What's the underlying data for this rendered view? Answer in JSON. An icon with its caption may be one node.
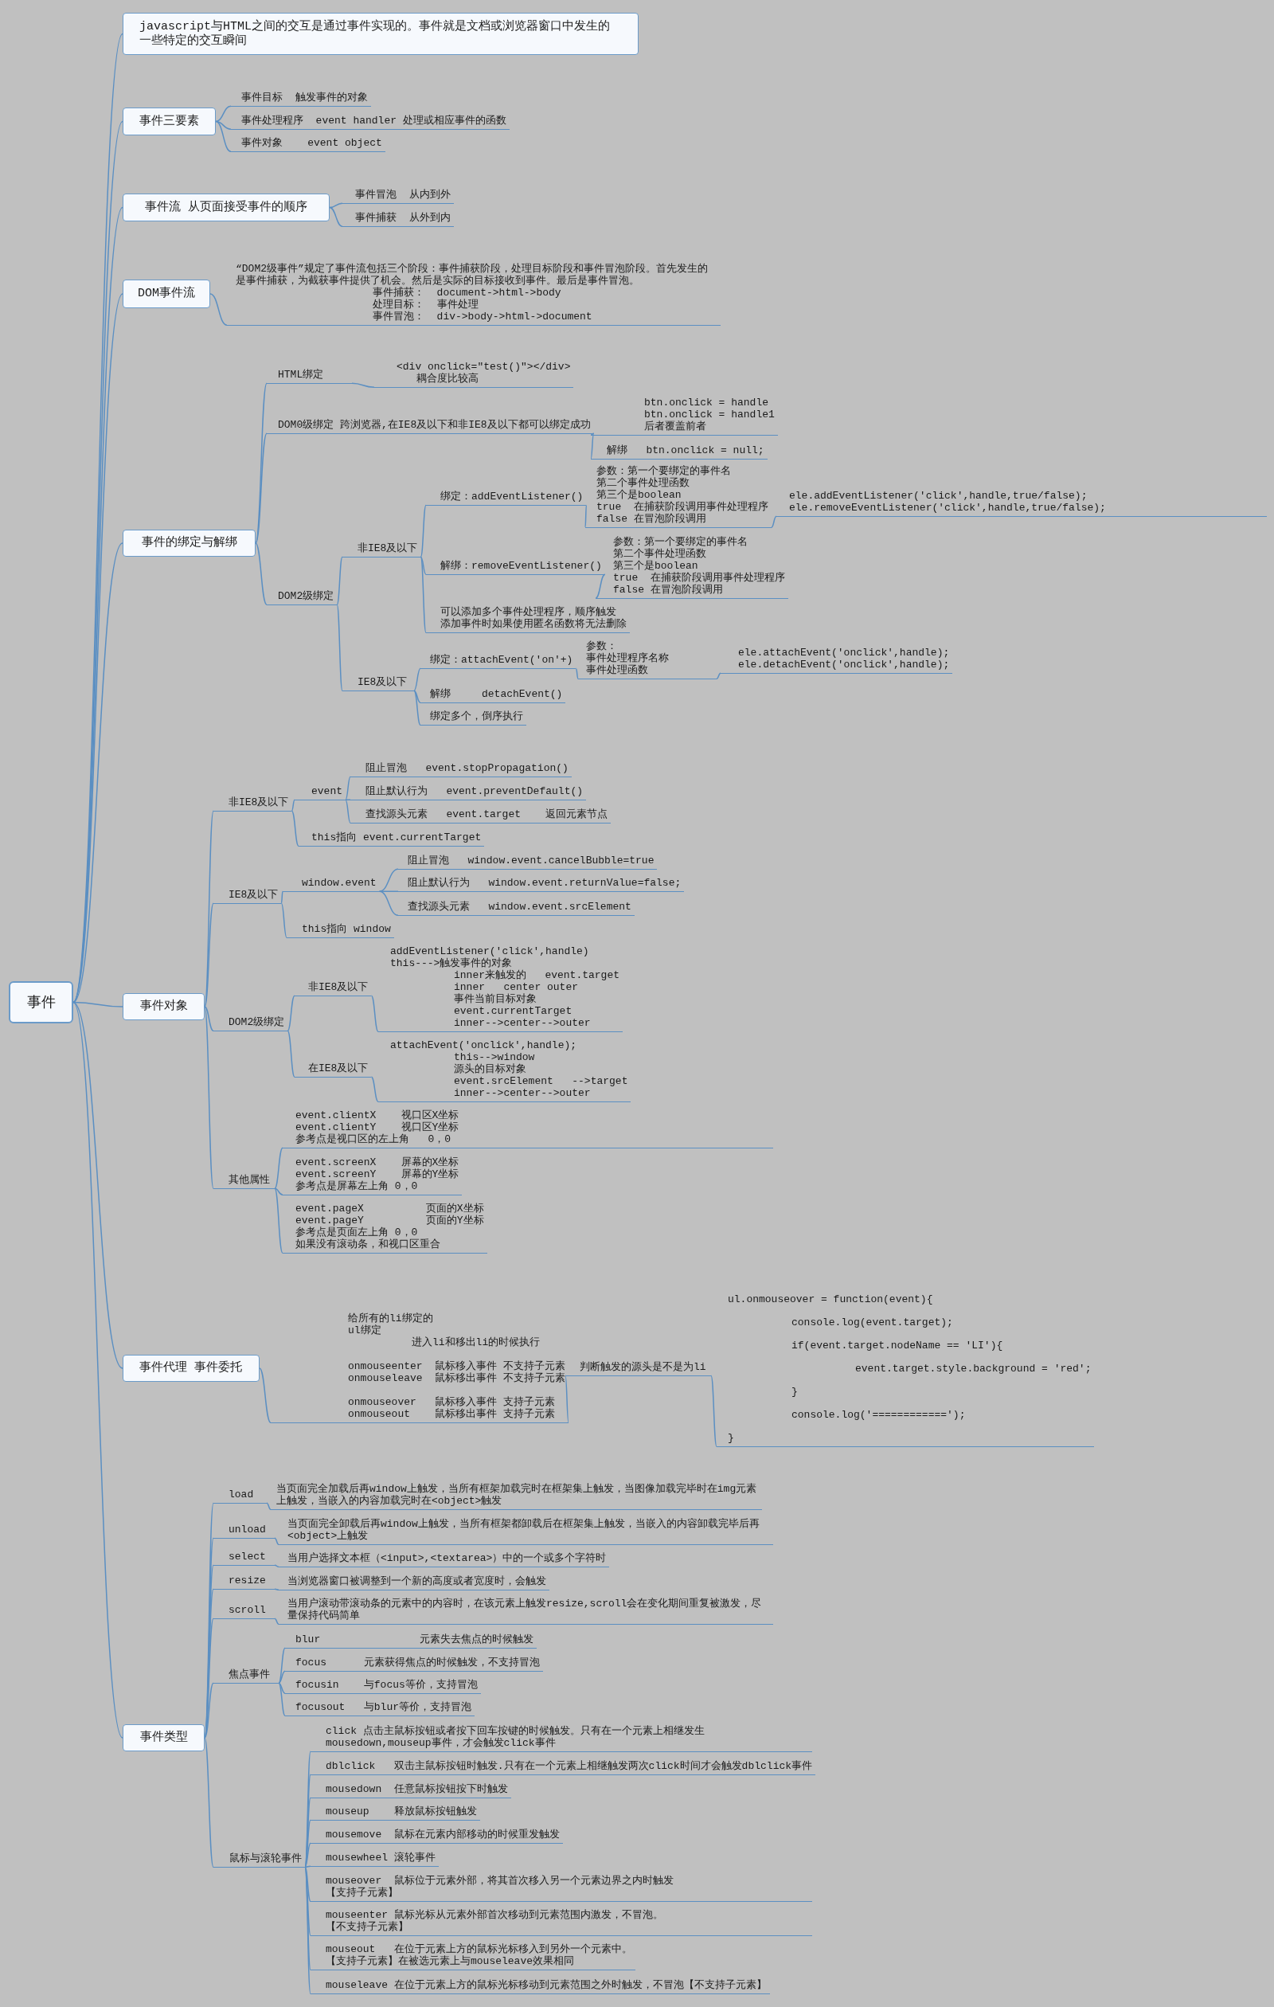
{
  "diagram": {
    "nodes": [
      {
        "text": [
          "事件"
        ]
      },
      {
        "text": [
          "javascript与HTML之间的交互是通过事件实现的。事件就是文档或浏览器窗口中发生的一些特定的交互瞬间"
        ]
      },
      {
        "text": [
          "事件三要素"
        ]
      },
      {
        "text": [
          "事件目标  触发事件的对象"
        ]
      },
      {
        "text": [
          "事件处理程序  event handler 处理或相应事件的函数"
        ]
      },
      {
        "text": [
          "事件对象    event object"
        ]
      },
      {
        "text": [
          "事件流  从页面接受事件的顺序"
        ]
      },
      {
        "text": [
          "事件冒泡  从内到外"
        ]
      },
      {
        "text": [
          "事件捕获  从外到内"
        ]
      },
      {
        "text": [
          "DOM事件流"
        ]
      },
      {
        "text": [
          "“DOM2级事件”规定了事件流包括三个阶段：事件捕获阶段，处理目标阶段和事件冒泡阶段。首先发生的是事件捕获，为截获事件提供了机会。然后是实际的目标接收到事件。最后是事件冒泡。",
          "事件捕获：  document->html->body",
          "处理目标：  事件处理",
          "事件冒泡：  div->body->html->document"
        ]
      },
      {
        "text": [
          "事件的绑定与解绑"
        ]
      },
      {
        "text": [
          "HTML绑定"
        ]
      },
      {
        "text": [
          "<div onclick=\"test()\"></div>",
          "耦合度比较高"
        ]
      },
      {
        "text": [
          "DOM0级绑定 跨浏览器,在IE8及以下和非IE8及以下都可以绑定成功"
        ]
      },
      {
        "text": [
          "btn.onclick = handle",
          "btn.onclick = handle1",
          "后者覆盖前者"
        ]
      },
      {
        "text": [
          "解绑   btn.onclick = null;"
        ]
      },
      {
        "text": [
          "DOM2级绑定"
        ]
      },
      {
        "text": [
          "非IE8及以下"
        ]
      },
      {
        "text": [
          "绑定：addEventListener()"
        ]
      },
      {
        "text": [
          "参数：第一个要绑定的事件名",
          "第二个事件处理函数",
          "第三个是boolean",
          "true  在捕获阶段调用事件处理程序",
          "false 在冒泡阶段调用"
        ]
      },
      {
        "text": [
          "ele.addEventListener('click',handle,true/false);",
          "ele.removeEventListener('click',handle,true/false);"
        ]
      },
      {
        "text": [
          "解绑：removeEventListener()"
        ]
      },
      {
        "text": [
          "参数：第一个要绑定的事件名",
          "第二个事件处理函数",
          "第三个是boolean",
          "true  在捕获阶段调用事件处理程序",
          "false 在冒泡阶段调用"
        ]
      },
      {
        "text": [
          "可以添加多个事件处理程序，顺序触发",
          "添加事件时如果使用匿名函数将无法删除"
        ]
      },
      {
        "text": [
          "IE8及以下"
        ]
      },
      {
        "text": [
          "绑定：attachEvent('on'+)"
        ]
      },
      {
        "text": [
          "参数：",
          "事件处理程序名称",
          "事件处理函数"
        ]
      },
      {
        "text": [
          "ele.attachEvent('onclick',handle);",
          "ele.detachEvent('onclick',handle);"
        ]
      },
      {
        "text": [
          "解绑     detachEvent()"
        ]
      },
      {
        "text": [
          "绑定多个，倒序执行"
        ]
      },
      {
        "text": [
          "事件对象"
        ]
      },
      {
        "text": [
          "非IE8及以下"
        ]
      },
      {
        "text": [
          "event"
        ]
      },
      {
        "text": [
          "阻止冒泡   event.stopPropagation()"
        ]
      },
      {
        "text": [
          "阻止默认行为   event.preventDefault()"
        ]
      },
      {
        "text": [
          "查找源头元素   event.target    返回元素节点"
        ]
      },
      {
        "text": [
          "this指向 event.currentTarget"
        ]
      },
      {
        "text": [
          "IE8及以下"
        ]
      },
      {
        "text": [
          "window.event"
        ]
      },
      {
        "text": [
          "阻止冒泡   window.event.cancelBubble=true"
        ]
      },
      {
        "text": [
          "阻止默认行为   window.event.returnValue=false;"
        ]
      },
      {
        "text": [
          "查找源头元素   window.event.srcElement"
        ]
      },
      {
        "text": [
          "this指向 window"
        ]
      },
      {
        "text": [
          "DOM2级绑定"
        ]
      },
      {
        "text": [
          "非IE8及以下"
        ]
      },
      {
        "text": [
          "addEventListener('click',handle)",
          "this--->触发事件的对象",
          "inner来触发的   event.target",
          "inner   center outer",
          "事件当前目标对象",
          "event.currentTarget",
          "inner-->center-->outer"
        ]
      },
      {
        "text": [
          "在IE8及以下"
        ]
      },
      {
        "text": [
          "attachEvent('onclick',handle);",
          "this-->window",
          "源头的目标对象",
          "event.srcElement   -->target",
          "inner-->center-->outer"
        ]
      },
      {
        "text": [
          "其他属性"
        ]
      },
      {
        "text": [
          "event.clientX    视口区X坐标",
          "event.clientY    视口区Y坐标",
          "参考点是视口区的左上角   0，0"
        ]
      },
      {
        "text": [
          "event.screenX    屏幕的X坐标",
          "event.screenY    屏幕的Y坐标",
          "参考点是屏幕左上角 0，0"
        ]
      },
      {
        "text": [
          "event.pageX          页面的X坐标",
          "event.pageY          页面的Y坐标",
          "参考点是页面左上角 0，0",
          "如果没有滚动条，和视口区重合"
        ]
      },
      {
        "text": [
          "事件代理 事件委托"
        ]
      },
      {
        "text": [
          "给所有的li绑定的",
          "ul绑定",
          "进入li和移出li的时候执行",
          "onmouseenter  鼠标移入事件 不支持子元素",
          "onmouseleave  鼠标移出事件 不支持子元素",
          "onmouseover   鼠标移入事件 支持子元素",
          "onmouseout    鼠标移出事件 支持子元素"
        ]
      },
      {
        "text": [
          "判断触发的源头是不是为li"
        ]
      },
      {
        "text": [
          "ul.onmouseover = function(event){",
          "console.log(event.target);",
          "if(event.target.nodeName == 'LI'){",
          "event.target.style.background = 'red';",
          "}",
          "console.log('============');",
          "}"
        ]
      },
      {
        "text": [
          "事件类型"
        ]
      },
      {
        "text": [
          "load"
        ]
      },
      {
        "text": [
          "当页面完全加载后再window上触发，当所有框架加载完时在框架集上触发，当图像加载完毕时在img元素上触发，当嵌入的内容加载完时在<object>触发"
        ]
      },
      {
        "text": [
          "unload"
        ]
      },
      {
        "text": [
          "当页面完全卸载后再window上触发，当所有框架都卸载后在框架集上触发，当嵌入的内容卸载完毕后再<object>上触发"
        ]
      },
      {
        "text": [
          "select"
        ]
      },
      {
        "text": [
          "当用户选择文本框（<input>,<textarea>）中的一个或多个字符时"
        ]
      },
      {
        "text": [
          "resize"
        ]
      },
      {
        "text": [
          "当浏览器窗口被调整到一个新的高度或者宽度时，会触发"
        ]
      },
      {
        "text": [
          "scroll"
        ]
      },
      {
        "text": [
          "当用户滚动带滚动条的元素中的内容时，在该元素上触发resize,scroll会在变化期间重复被激发，尽量保持代码简单"
        ]
      },
      {
        "text": [
          "焦点事件"
        ]
      },
      {
        "text": [
          "blur                元素失去焦点的时候触发"
        ]
      },
      {
        "text": [
          "focus      元素获得焦点的时候触发，不支持冒泡"
        ]
      },
      {
        "text": [
          "focusin    与focus等价，支持冒泡"
        ]
      },
      {
        "text": [
          "focusout   与blur等价，支持冒泡"
        ]
      },
      {
        "text": [
          "鼠标与滚轮事件"
        ]
      },
      {
        "text": [
          "click 点击主鼠标按钮或者按下回车按键的时候触发。只有在一个元素上相继发生mousedown,mouseup事件，才会触发click事件"
        ]
      },
      {
        "text": [
          "dblclick   双击主鼠标按钮时触发.只有在一个元素上相继触发两次click时间才会触发dblclick事件"
        ]
      },
      {
        "text": [
          "mousedown  任意鼠标按钮按下时触发"
        ]
      },
      {
        "text": [
          "mouseup    释放鼠标按钮触发"
        ]
      },
      {
        "text": [
          "mousemove  鼠标在元素内部移动的时候重发触发"
        ]
      },
      {
        "text": [
          "mousewheel 滚轮事件"
        ]
      },
      {
        "text": [
          "mouseover  鼠标位于元素外部，将其首次移入另一个元素边界之内时触发",
          "【支持子元素】"
        ]
      },
      {
        "text": [
          "mouseenter 鼠标光标从元素外部首次移动到元素范围内激发，不冒泡。",
          "【不支持子元素】"
        ]
      },
      {
        "text": [
          "mouseout   在位于元素上方的鼠标光标移入到另外一个元素中。",
          "【支持子元素】在被选元素上与mouseleave效果相同"
        ]
      },
      {
        "text": [
          "mouseleave 在位于元素上方的鼠标光标移动到元素范围之外时触发，不冒泡【不支持子元素】"
        ]
      }
    ],
    "edges": [
      {
        "from": 0,
        "to": 1,
        "arrow": "none"
      },
      {
        "from": 0,
        "to": 2,
        "arrow": "none"
      },
      {
        "from": 0,
        "to": 6,
        "arrow": "none"
      },
      {
        "from": 0,
        "to": 9,
        "arrow": "none"
      },
      {
        "from": 0,
        "to": 11,
        "arrow": "none"
      },
      {
        "from": 0,
        "to": 31,
        "arrow": "none"
      },
      {
        "from": 0,
        "to": 53,
        "arrow": "none"
      },
      {
        "from": 0,
        "to": 57,
        "arrow": "none"
      },
      {
        "from": 2,
        "to": 3,
        "arrow": "none"
      },
      {
        "from": 2,
        "to": 4,
        "arrow": "none"
      },
      {
        "from": 2,
        "to": 5,
        "arrow": "none"
      },
      {
        "from": 6,
        "to": 7,
        "arrow": "none"
      },
      {
        "from": 6,
        "to": 8,
        "arrow": "none"
      },
      {
        "from": 9,
        "to": 10,
        "arrow": "none"
      },
      {
        "from": 11,
        "to": 12,
        "arrow": "none"
      },
      {
        "from": 11,
        "to": 14,
        "arrow": "none"
      },
      {
        "from": 11,
        "to": 17,
        "arrow": "none"
      },
      {
        "from": 12,
        "to": 13,
        "arrow": "none"
      },
      {
        "from": 14,
        "to": 15,
        "arrow": "none"
      },
      {
        "from": 14,
        "to": 16,
        "arrow": "none"
      },
      {
        "from": 17,
        "to": 18,
        "arrow": "none"
      },
      {
        "from": 17,
        "to": 25,
        "arrow": "none"
      },
      {
        "from": 18,
        "to": 19,
        "arrow": "none"
      },
      {
        "from": 18,
        "to": 22,
        "arrow": "none"
      },
      {
        "from": 18,
        "to": 24,
        "arrow": "none"
      },
      {
        "from": 19,
        "to": 20,
        "arrow": "none"
      },
      {
        "from": 20,
        "to": 21,
        "arrow": "none"
      },
      {
        "from": 22,
        "to": 23,
        "arrow": "none"
      },
      {
        "from": 25,
        "to": 26,
        "arrow": "none"
      },
      {
        "from": 25,
        "to": 29,
        "arrow": "none"
      },
      {
        "from": 25,
        "to": 30,
        "arrow": "none"
      },
      {
        "from": 26,
        "to": 27,
        "arrow": "none"
      },
      {
        "from": 27,
        "to": 28,
        "arrow": "none"
      },
      {
        "from": 31,
        "to": 32,
        "arrow": "none"
      },
      {
        "from": 31,
        "to": 38,
        "arrow": "none"
      },
      {
        "from": 31,
        "to": 44,
        "arrow": "none"
      },
      {
        "from": 31,
        "to": 49,
        "arrow": "none"
      },
      {
        "from": 32,
        "to": 33,
        "arrow": "none"
      },
      {
        "from": 32,
        "to": 37,
        "arrow": "none"
      },
      {
        "from": 33,
        "to": 34,
        "arrow": "none"
      },
      {
        "from": 33,
        "to": 35,
        "arrow": "none"
      },
      {
        "from": 33,
        "to": 36,
        "arrow": "none"
      },
      {
        "from": 38,
        "to": 39,
        "arrow": "none"
      },
      {
        "from": 38,
        "to": 43,
        "arrow": "none"
      },
      {
        "from": 39,
        "to": 40,
        "arrow": "none"
      },
      {
        "from": 39,
        "to": 41,
        "arrow": "none"
      },
      {
        "from": 39,
        "to": 42,
        "arrow": "none"
      },
      {
        "from": 44,
        "to": 45,
        "arrow": "none"
      },
      {
        "from": 44,
        "to": 47,
        "arrow": "none"
      },
      {
        "from": 45,
        "to": 46,
        "arrow": "none"
      },
      {
        "from": 47,
        "to": 48,
        "arrow": "none"
      },
      {
        "from": 49,
        "to": 50,
        "arrow": "none"
      },
      {
        "from": 49,
        "to": 51,
        "arrow": "none"
      },
      {
        "from": 49,
        "to": 52,
        "arrow": "none"
      },
      {
        "from": 53,
        "to": 54,
        "arrow": "none"
      },
      {
        "from": 54,
        "to": 55,
        "arrow": "none"
      },
      {
        "from": 55,
        "to": 56,
        "arrow": "none"
      },
      {
        "from": 57,
        "to": 58,
        "arrow": "none"
      },
      {
        "from": 57,
        "to": 60,
        "arrow": "none"
      },
      {
        "from": 57,
        "to": 62,
        "arrow": "none"
      },
      {
        "from": 57,
        "to": 64,
        "arrow": "none"
      },
      {
        "from": 57,
        "to": 66,
        "arrow": "none"
      },
      {
        "from": 57,
        "to": 68,
        "arrow": "none"
      },
      {
        "from": 57,
        "to": 73,
        "arrow": "none"
      },
      {
        "from": 58,
        "to": 59,
        "arrow": "none"
      },
      {
        "from": 60,
        "to": 61,
        "arrow": "none"
      },
      {
        "from": 62,
        "to": 63,
        "arrow": "none"
      },
      {
        "from": 64,
        "to": 65,
        "arrow": "none"
      },
      {
        "from": 66,
        "to": 67,
        "arrow": "none"
      },
      {
        "from": 68,
        "to": 69,
        "arrow": "none"
      },
      {
        "from": 68,
        "to": 70,
        "arrow": "none"
      },
      {
        "from": 68,
        "to": 71,
        "arrow": "none"
      },
      {
        "from": 68,
        "to": 72,
        "arrow": "none"
      },
      {
        "from": 73,
        "to": 74,
        "arrow": "none"
      },
      {
        "from": 73,
        "to": 75,
        "arrow": "none"
      },
      {
        "from": 73,
        "to": 76,
        "arrow": "none"
      },
      {
        "from": 73,
        "to": 77,
        "arrow": "none"
      },
      {
        "from": 73,
        "to": 78,
        "arrow": "none"
      },
      {
        "from": 73,
        "to": 79,
        "arrow": "none"
      },
      {
        "from": 73,
        "to": 80,
        "arrow": "none"
      },
      {
        "from": 73,
        "to": 81,
        "arrow": "none"
      },
      {
        "from": 73,
        "to": 82,
        "arrow": "none"
      },
      {
        "from": 73,
        "to": 83,
        "arrow": "none"
      }
    ]
  }
}
